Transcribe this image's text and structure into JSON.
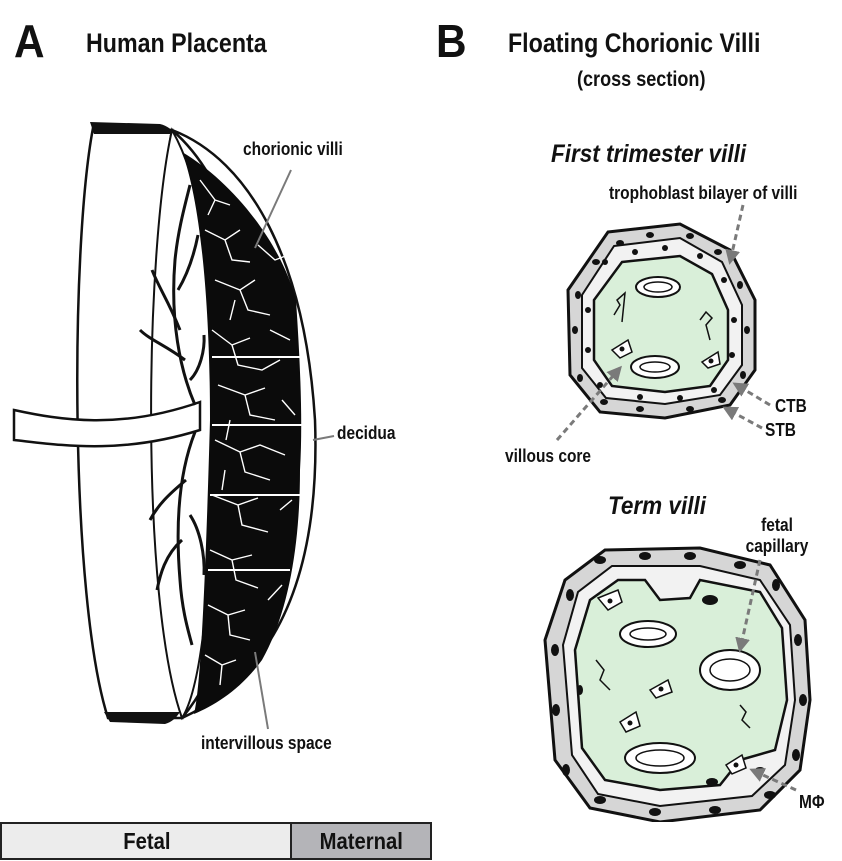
{
  "panel_a": {
    "letter": "A",
    "title": "Human Placenta",
    "labels": {
      "chorionic_villi": "chorionic villi",
      "decidua": "decidua",
      "intervillous_space": "intervillous space"
    }
  },
  "panel_b": {
    "letter": "B",
    "title": "Floating Chorionic Villi",
    "subtitle": "(cross section)",
    "first_trimester": {
      "title": "First trimester villi",
      "labels": {
        "trophoblast": "trophoblast bilayer of villi",
        "ctb": "CTB",
        "stb": "STB",
        "villous_core": "villous core"
      }
    },
    "term": {
      "title": "Term villi",
      "labels": {
        "fetal_capillary": "fetal capillary",
        "macrophage": "MΦ"
      }
    }
  },
  "legend": {
    "fetal": {
      "label": "Fetal",
      "color": "#ececec"
    },
    "maternal": {
      "label": "Maternal",
      "color": "#b4b4b8"
    }
  },
  "colors": {
    "villous_core": "#d9efd9",
    "trophoblast_layer": "#d6d6d6",
    "ink": "#111111",
    "arrow": "#7a7a7a"
  }
}
